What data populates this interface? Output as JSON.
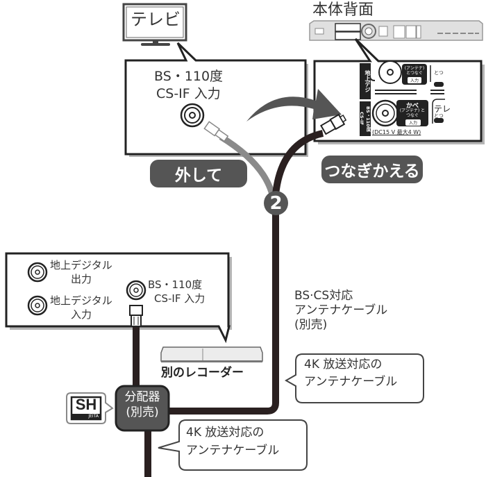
{
  "tv": {
    "label": "テレビ"
  },
  "tv_panel": {
    "line1": "BS・110度",
    "line2": "CS-IF 入力"
  },
  "recorder_back": {
    "title": "本体背面"
  },
  "recorder_panel": {
    "jack_upper_tag": "地上デジ",
    "jack_upper_label": "(アンテナ) とつなぐ",
    "jack_upper_btn": "入力",
    "jack_lower_tag": "BS・110度CS-IF",
    "jack_lower_caption_top": "かべ",
    "jack_lower_label": "(アンテナ) とつなぐ",
    "jack_lower_btn": "入力",
    "right_upper": "とつ",
    "right_lower_top": "テレ",
    "right_lower": "とつ",
    "power_note": "(DC15 V 最大4 W)"
  },
  "actions": {
    "disconnect": "外して",
    "reconnect": "つなぎかえる"
  },
  "step_number": "2",
  "cable_note": {
    "line1": "BS·CS対応",
    "line2": "アンテナケーブル",
    "line3": "(別売)"
  },
  "other_recorder_panel": {
    "jack1_line1": "地上デジタル",
    "jack1_line2": "出力",
    "jack2_line1": "地上デジタル",
    "jack2_line2": "入力",
    "jack3_line1": "BS・110度",
    "jack3_line2": "CS-IF 入力"
  },
  "other_recorder": {
    "label": "別のレコーダー"
  },
  "callout_4k_upper": {
    "line1": "4K 放送対応の",
    "line2": "アンテナケーブル"
  },
  "splitter": {
    "line1": "分配器",
    "line2": "(別売)"
  },
  "sh_badge": {
    "mark": "SH",
    "sub": "JEITA"
  },
  "callout_4k_lower": {
    "line1": "4K 放送対応の",
    "line2": "アンテナケーブル"
  },
  "colors": {
    "cable_dark": "#2a2020",
    "cable_gray": "#8a8a8a",
    "label_bg": "#555555",
    "shadow": "#b0b0b0"
  }
}
